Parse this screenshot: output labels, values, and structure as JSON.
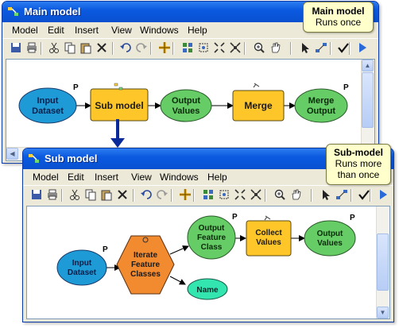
{
  "main_window": {
    "title": "Main model",
    "menu": [
      "Model",
      "Edit",
      "Insert",
      "View",
      "Windows",
      "Help"
    ],
    "callout": {
      "title": "Main model",
      "text": "Runs once"
    },
    "nodes": {
      "input_dataset": [
        "Input",
        "Dataset"
      ],
      "input_param_flag": "P",
      "sub_model": "Sub model",
      "output_values": [
        "Output",
        "Values"
      ],
      "merge": "Merge",
      "merge_output": [
        "Merge",
        "Output"
      ],
      "merge_output_param_flag": "P"
    }
  },
  "sub_window": {
    "title": "Sub model",
    "menu": [
      "Model",
      "Edit",
      "Insert",
      "View",
      "Windows",
      "Help"
    ],
    "callout": {
      "title": "Sub-model",
      "text_lines": [
        "Runs more",
        "than once"
      ]
    },
    "nodes": {
      "input_dataset": [
        "Input",
        "Dataset"
      ],
      "input_param_flag": "P",
      "iterate": [
        "Iterate",
        "Feature",
        "Classes"
      ],
      "output_feature_class": [
        "Output",
        "Feature",
        "Class"
      ],
      "output_feature_class_param_flag": "P",
      "collect_values": [
        "Collect",
        "Values"
      ],
      "output_values": [
        "Output",
        "Values"
      ],
      "output_values_param_flag": "P",
      "name": "Name"
    }
  },
  "toolbar_icons": [
    "save-icon",
    "print-icon",
    "cut-icon",
    "copy-icon",
    "paste-icon",
    "delete-icon",
    "undo-icon",
    "redo-icon",
    "add-data-icon",
    "grid-icon",
    "full-extent-icon",
    "fixed-zoom-in-icon",
    "fixed-zoom-out-icon",
    "zoom-in-icon",
    "pan-icon",
    "select-icon",
    "connect-icon",
    "validate-icon",
    "run-icon"
  ],
  "colors": {
    "input_ellipse": "#1e9bd7",
    "tool_rect": "#ffc62a",
    "output_ellipse": "#66cc66",
    "iterator_hex": "#f28a30",
    "name_ellipse": "#33e6b0",
    "arrow": "#0a2a9a"
  }
}
